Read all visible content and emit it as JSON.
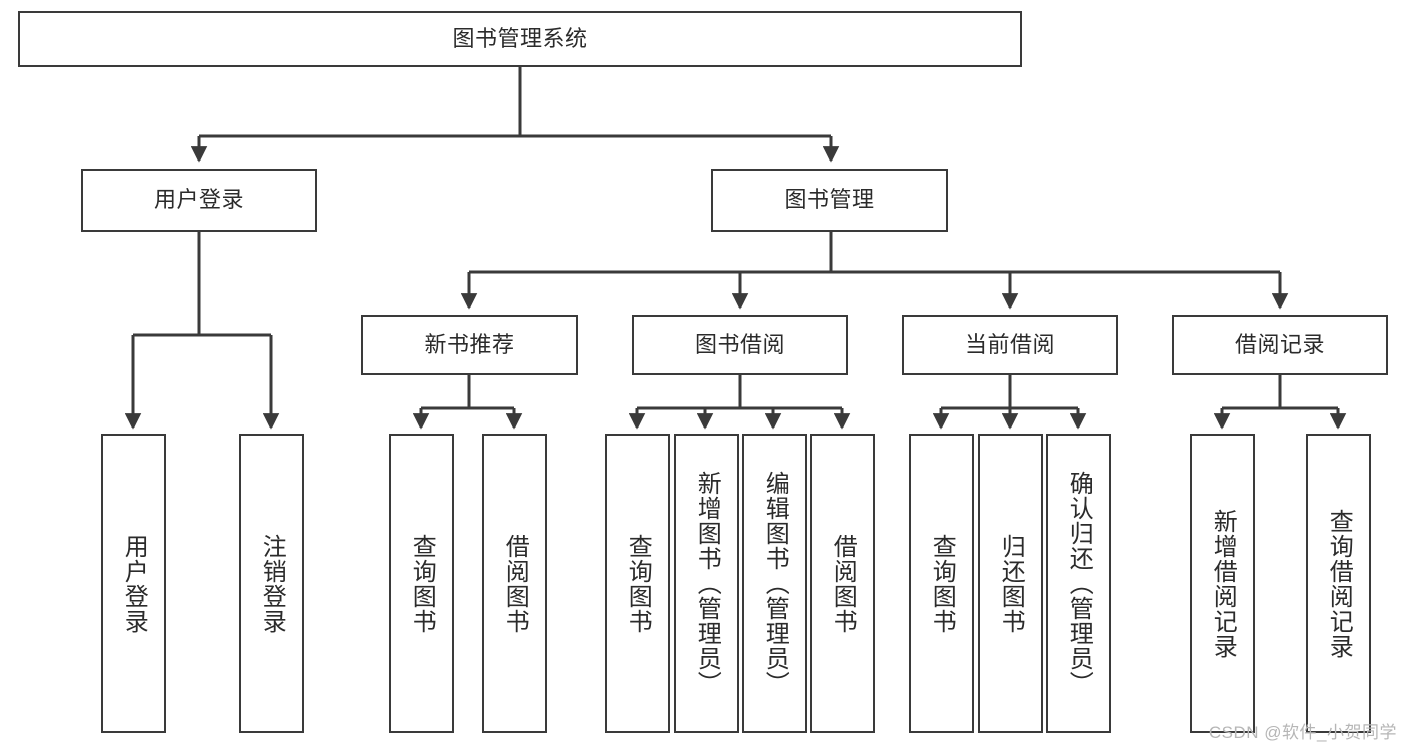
{
  "diagram": {
    "title": "图书管理系统",
    "type": "tree-hierarchy-diagram",
    "colors": {
      "stroke": "#3a3a3a",
      "fill": "#ffffff",
      "text": "#2b2b2b",
      "watermark": "#b6b6b6"
    },
    "root": {
      "label": "图书管理系统"
    },
    "level1": [
      {
        "label": "用户登录"
      },
      {
        "label": "图书管理"
      }
    ],
    "level2": [
      {
        "label": "新书推荐"
      },
      {
        "label": "图书借阅"
      },
      {
        "label": "当前借阅"
      },
      {
        "label": "借阅记录"
      }
    ],
    "leaves": {
      "user_login": [
        {
          "label": "用户登录"
        },
        {
          "label": "注销登录"
        }
      ],
      "new_book_recommend": [
        {
          "label": "查询图书"
        },
        {
          "label": "借阅图书"
        }
      ],
      "book_borrow": [
        {
          "label": "查询图书"
        },
        {
          "label": "新增图书（管理员）"
        },
        {
          "label": "编辑图书（管理员）"
        },
        {
          "label": "借阅图书"
        }
      ],
      "current_borrow": [
        {
          "label": "查询图书"
        },
        {
          "label": "归还图书"
        },
        {
          "label": "确认归还（管理员）"
        }
      ],
      "borrow_record": [
        {
          "label": "新增借阅记录"
        },
        {
          "label": "查询借阅记录"
        }
      ]
    },
    "watermark": "CSDN @软件_小贺同学"
  }
}
